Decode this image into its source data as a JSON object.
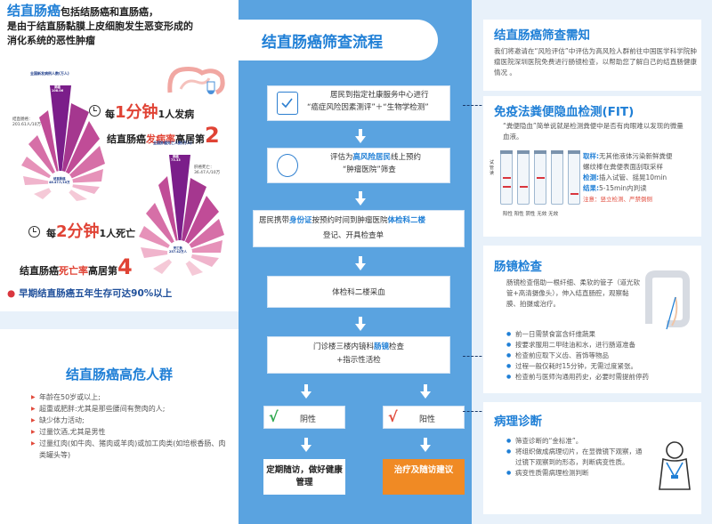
{
  "left_top": {
    "title_big": "结直肠癌",
    "title_rest": "包括结肠癌和直肠癌，",
    "title_line2": "是由于结直肠黏膜上皮细胞发生恶变形成的",
    "title_line3": "消化系统的恶性肿瘤",
    "chart1": {
      "title": "全国新发病例人数(万人)",
      "top_label": "肺癌",
      "top_value": "108.06",
      "side_label1": "结直肠癌：",
      "side_label2": "201.61人/10万",
      "center_label": "结直肠癌",
      "center_value": "48.47人/10万"
    },
    "stat1": {
      "prefix": "每",
      "num": "1分钟",
      "suffix": "1人发病"
    },
    "stat2": {
      "text": "结直肠癌",
      "red": "发病率",
      "rest": "高居第",
      "rank": "2"
    },
    "chart2": {
      "title": "全国肿瘤死亡人数(万人)",
      "top_label": "肺癌",
      "top_value": "73.33",
      "side_label1": "肝癌死亡：",
      "side_label2": "36.47人/10万",
      "center_label": "死亡数",
      "center_value": "257.42万人"
    },
    "stat3": {
      "prefix": "每",
      "num": "2分钟",
      "suffix": "1人死亡"
    },
    "stat4": {
      "text": "结直肠癌",
      "red": "死亡率",
      "rest": "高居第",
      "rank": "4"
    },
    "survival": "早期结直肠癌五年生存可达90%以上"
  },
  "left_bottom": {
    "title": "结直肠癌高危人群",
    "items": [
      "年龄在50岁或以上;",
      "超重或肥胖:尤其是那些腰间有赘肉的人;",
      "缺少体力活动;",
      "过量饮酒,尤其是男性",
      "过量红肉(如牛肉、猪肉或羊肉)或加工肉类(如培根香肠、肉类罐头等)"
    ]
  },
  "flow": {
    "title": "结直肠癌筛查流程",
    "step1_a": "居民到指定社康服务中心进行",
    "step1_b": "“癌症风险因素测评”＋“生物学检测”",
    "step2_a": "评估为",
    "step2_hl": "高风险居民",
    "step2_b": "线上预约",
    "step2_c": "“肿瘤医院”筛查",
    "step3_a": "居民携带",
    "step3_hl1": "身份证",
    "step3_b": "按预约时间到肿瘤医院",
    "step3_hl2": "体检科二楼",
    "step3_c": "登记、开具检查单",
    "step4": "体检科二楼采血",
    "step5_a": "门诊楼三楼内镜科",
    "step5_hl": "肠镜",
    "step5_b": "检查",
    "step5_c": "+指示性活检",
    "neg_label": "阴性",
    "pos_label": "阳性",
    "neg_final": "定期随访，做好健康管理",
    "pos_final": "治疗及随访建议",
    "colors": {
      "negative": "#2fa84f",
      "positive": "#f08a24"
    }
  },
  "panel1": {
    "title": "结直肠癌筛查需知",
    "text": "我们将邀请在“风险评估”中评估为高风险人群前往中国医学科学院肿瘤医院深圳医院免费进行肠镜检查，以帮助您了解自己的结直肠健康情况 。"
  },
  "panel2": {
    "title": "免疫法粪便隐血检测(FIT)",
    "text": "“粪便隐血”简单说就是检测粪便中是否有肉眼难以发现的微量血液。",
    "take_label": "取样:",
    "take_text": "无其他液体污染新鲜粪便",
    "take_text2": "螺纹棒在粪便表面刮取采样",
    "detect_label": "检测:",
    "detect_text": "插入试管、摇晃10min",
    "result_label": "结果:",
    "result_text": "5-15min内判读",
    "note": "注意：竖立检测、严禁倒侧",
    "tube_side": "试管读",
    "tube_labels": [
      "阳性",
      "阳性",
      "阴性",
      "无效",
      "无效"
    ]
  },
  "panel3": {
    "title": "肠镜检查",
    "text": "肠镜检查借助一根纤细、柔软的管子（道光软管+高清摄像头），伸入结直肠腔，观察黏膜、拍摄或治疗。",
    "items": [
      "前一日需禁食富含纤维蔬果",
      "按要求服用二甲硅油和水，进行肠道准备",
      "检查前应取下义齿、首饰等物品",
      "过程一般仅耗时15分钟，无需过度紧张。",
      "检查前与医师沟通用药史，必要时需提前停药"
    ]
  },
  "panel4": {
    "title": "病理诊断",
    "items": [
      "筛查诊断的“金标准”。",
      "将组织做成病理切片，在显微镜下观察，通过镜下观察到的形态，判断病变性质。",
      "病变性质需病理检测判断"
    ],
    "highlight": "“金标准”"
  }
}
